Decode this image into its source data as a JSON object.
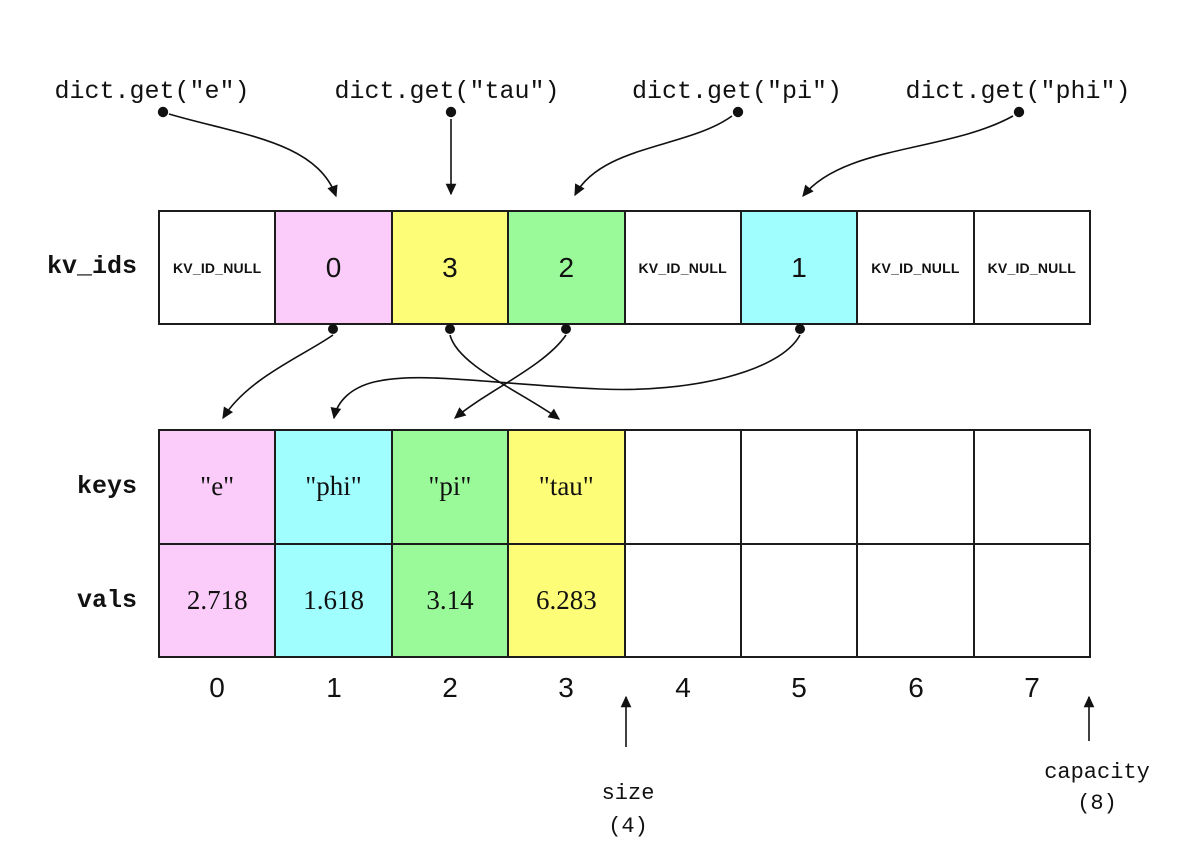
{
  "colors": {
    "pink": "#fbccf9",
    "yellow": "#fdfd78",
    "green": "#9afa99",
    "cyan": "#a0fefe",
    "white": "#ffffff",
    "line": "#111111"
  },
  "calls": [
    {
      "label": "dict.get(\"e\")"
    },
    {
      "label": "dict.get(\"tau\")"
    },
    {
      "label": "dict.get(\"pi\")"
    },
    {
      "label": "dict.get(\"phi\")"
    }
  ],
  "rows": {
    "kv_ids": {
      "label": "kv_ids",
      "cells": [
        {
          "text": "KV_ID_NULL",
          "color": "white"
        },
        {
          "text": "0",
          "color": "pink"
        },
        {
          "text": "3",
          "color": "yellow"
        },
        {
          "text": "2",
          "color": "green"
        },
        {
          "text": "KV_ID_NULL",
          "color": "white"
        },
        {
          "text": "1",
          "color": "cyan"
        },
        {
          "text": "KV_ID_NULL",
          "color": "white"
        },
        {
          "text": "KV_ID_NULL",
          "color": "white"
        }
      ]
    },
    "keys": {
      "label": "keys",
      "cells": [
        {
          "text": "\"e\"",
          "color": "pink"
        },
        {
          "text": "\"phi\"",
          "color": "cyan"
        },
        {
          "text": "\"pi\"",
          "color": "green"
        },
        {
          "text": "\"tau\"",
          "color": "yellow"
        },
        {
          "text": "",
          "color": "white"
        },
        {
          "text": "",
          "color": "white"
        },
        {
          "text": "",
          "color": "white"
        },
        {
          "text": "",
          "color": "white"
        }
      ]
    },
    "vals": {
      "label": "vals",
      "cells": [
        {
          "text": "2.718",
          "color": "pink"
        },
        {
          "text": "1.618",
          "color": "cyan"
        },
        {
          "text": "3.14",
          "color": "green"
        },
        {
          "text": "6.283",
          "color": "yellow"
        },
        {
          "text": "",
          "color": "white"
        },
        {
          "text": "",
          "color": "white"
        },
        {
          "text": "",
          "color": "white"
        },
        {
          "text": "",
          "color": "white"
        }
      ]
    }
  },
  "indices": [
    "0",
    "1",
    "2",
    "3",
    "4",
    "5",
    "6",
    "7"
  ],
  "annotations": {
    "size": {
      "label": "size",
      "value": "(4)"
    },
    "capacity": {
      "label": "capacity",
      "value": "(8)"
    }
  }
}
